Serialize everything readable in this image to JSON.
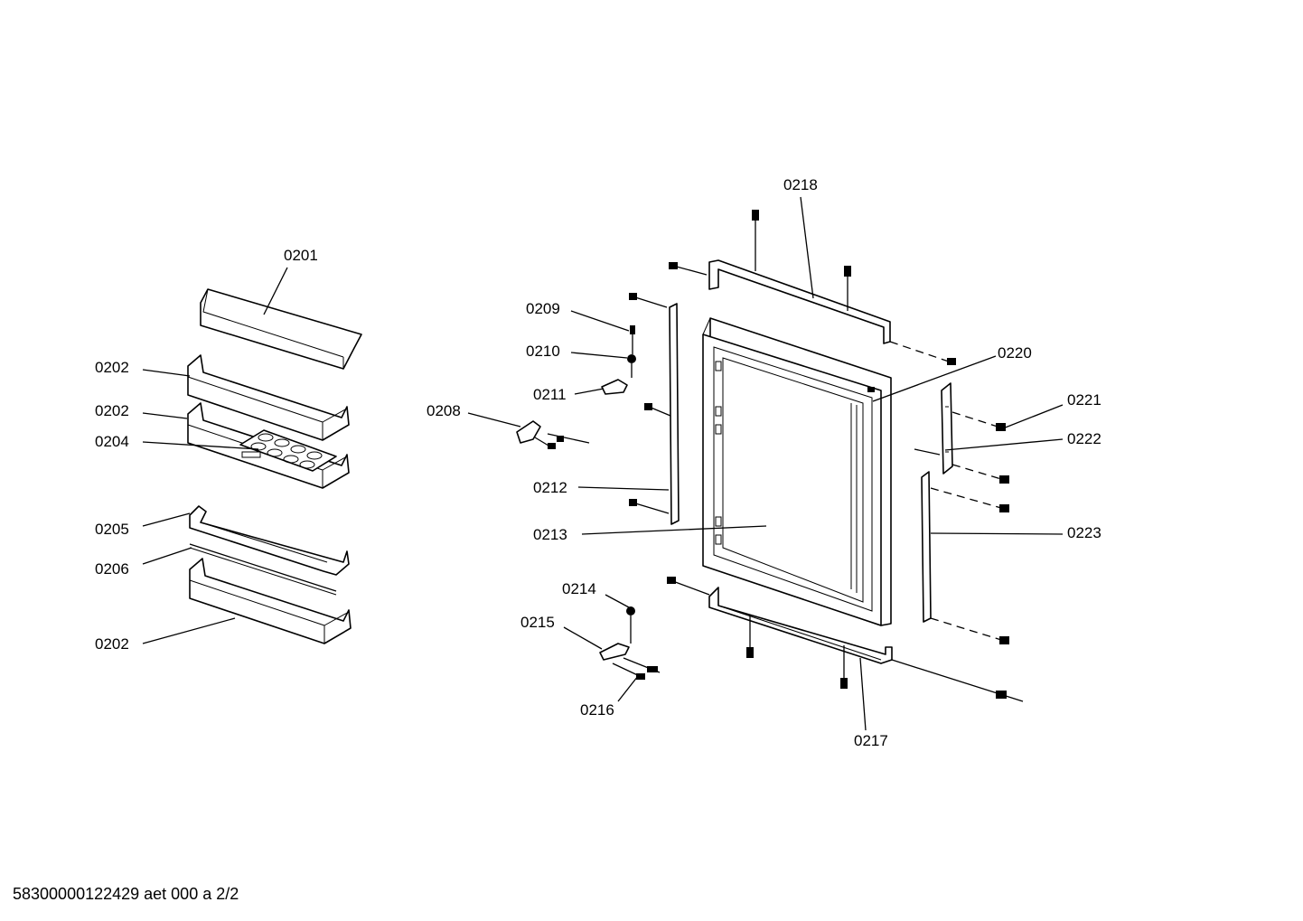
{
  "footer_text": "58300000122429 aet 000 a 2/2",
  "labels": {
    "p0201": "0201",
    "p0202a": "0202",
    "p0202b": "0202",
    "p0204": "0204",
    "p0205": "0205",
    "p0206": "0206",
    "p0202c": "0202",
    "p0218": "0218",
    "p0209": "0209",
    "p0210": "0210",
    "p0211": "0211",
    "p0208": "0208",
    "p0212": "0212",
    "p0213": "0213",
    "p0214": "0214",
    "p0215": "0215",
    "p0216": "0216",
    "p0217": "0217",
    "p0220": "0220",
    "p0221": "0221",
    "p0222": "0222",
    "p0223": "0223"
  }
}
